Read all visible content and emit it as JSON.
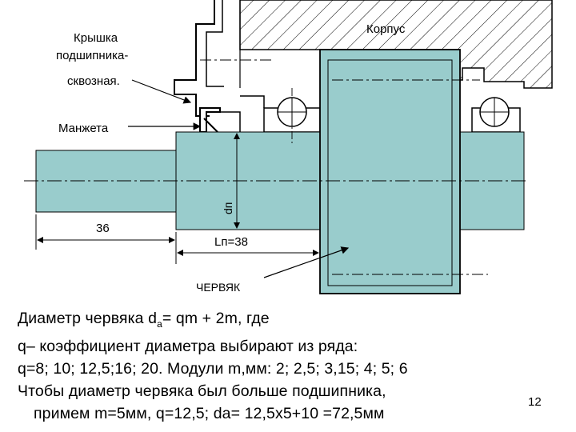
{
  "labels": {
    "housing": "Корпус",
    "cover_line1": "Крышка",
    "cover_line2": "подшипника-",
    "cover_line3": "сквозная.",
    "seal": "Манжета",
    "dim_36": "36",
    "dim_dp": "dп",
    "dim_lp": "Lп=38",
    "worm": "ЧЕРВЯК"
  },
  "text": {
    "line1_a": "Диаметр  червяка d",
    "line1_sub": "a",
    "line1_b": "= qm + 2m, где",
    "line2": "q– коэффициент диаметра выбирают из ряда:",
    "line3": "q=8; 10; 12,5;16; 20. Модули m,мм: 2; 2,5; 3,15; 4; 5; 6",
    "line4": "Чтобы диаметр червяка был больше подшипника,",
    "line5": "примем m=5мм, q=12,5; da= 12,5x5+10 =72,5мм"
  },
  "page_number": "12",
  "colors": {
    "shaft_fill": "#99cccc",
    "line": "#000000",
    "background": "#ffffff"
  }
}
